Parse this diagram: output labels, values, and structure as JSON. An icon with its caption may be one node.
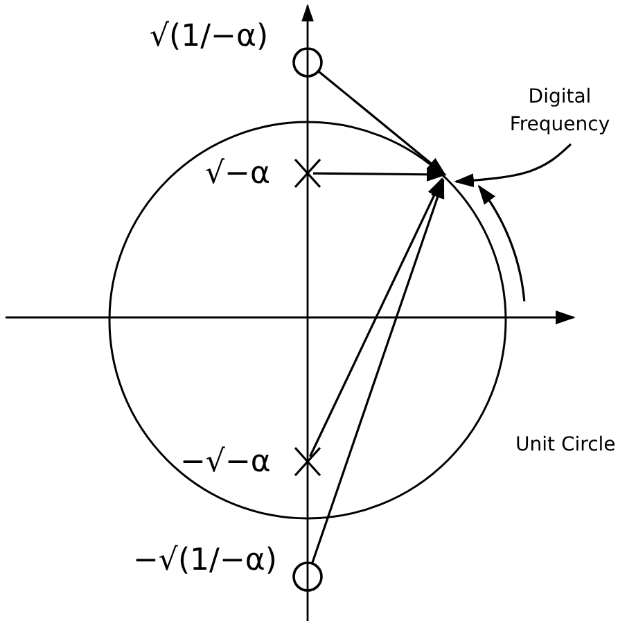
{
  "diagram": {
    "nodes": [
      {
        "text": [],
        "shape": "circle",
        "beside": [
          "√(1/−α)"
        ]
      },
      {
        "text": [],
        "shape": "cross",
        "beside": [
          "√−α"
        ]
      },
      {
        "text": [],
        "shape": "cross",
        "beside": [
          "−√−α"
        ]
      },
      {
        "text": [],
        "shape": "circle",
        "beside": [
          "−√(1/−α)"
        ]
      },
      {
        "text": [
          "Digital Frequency"
        ]
      }
    ],
    "edges": [
      {
        "from": 0,
        "to": null,
        "arrow": "to"
      },
      {
        "from": 1,
        "to": null,
        "arrow": "to"
      },
      {
        "from": 2,
        "to": null,
        "arrow": "to"
      },
      {
        "from": 3,
        "to": null,
        "arrow": "to"
      },
      {
        "from": 4,
        "to": null,
        "arrow": "to"
      }
    ],
    "labels": [
      "Unit Circle"
    ]
  }
}
